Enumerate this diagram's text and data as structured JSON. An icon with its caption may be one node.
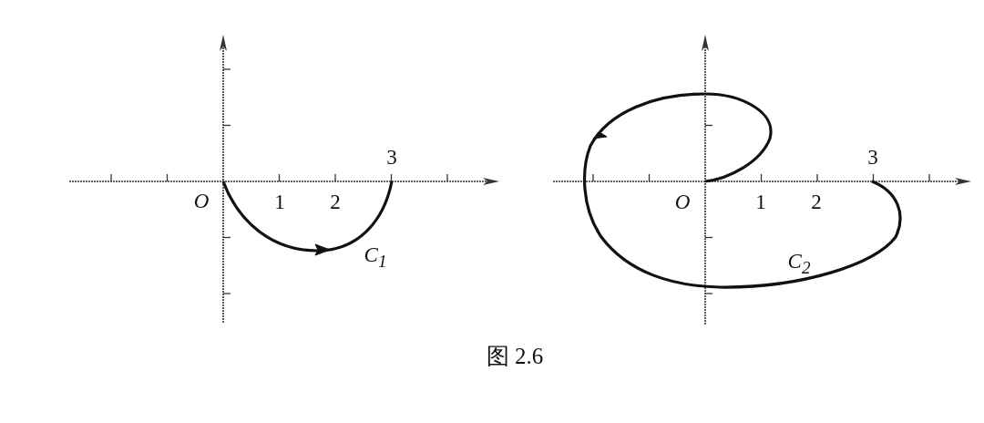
{
  "diagram": {
    "caption": "图 2.6",
    "labels": [
      "3",
      "O",
      "1",
      "2",
      "C$_{1}$",
      "3",
      "O",
      "1",
      "2",
      "C$_{2}$"
    ]
  }
}
